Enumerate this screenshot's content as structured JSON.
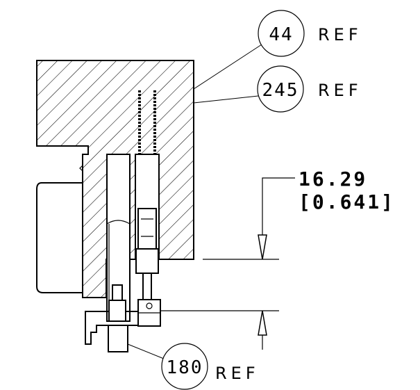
{
  "balloons": [
    {
      "id": "b44",
      "number": "44",
      "suffix": "REF"
    },
    {
      "id": "b245",
      "number": "245",
      "suffix": "REF"
    },
    {
      "id": "b180",
      "number": "180",
      "suffix": "REF"
    }
  ],
  "dimension": {
    "metric": "16.29",
    "imperial": "[0.641]"
  }
}
